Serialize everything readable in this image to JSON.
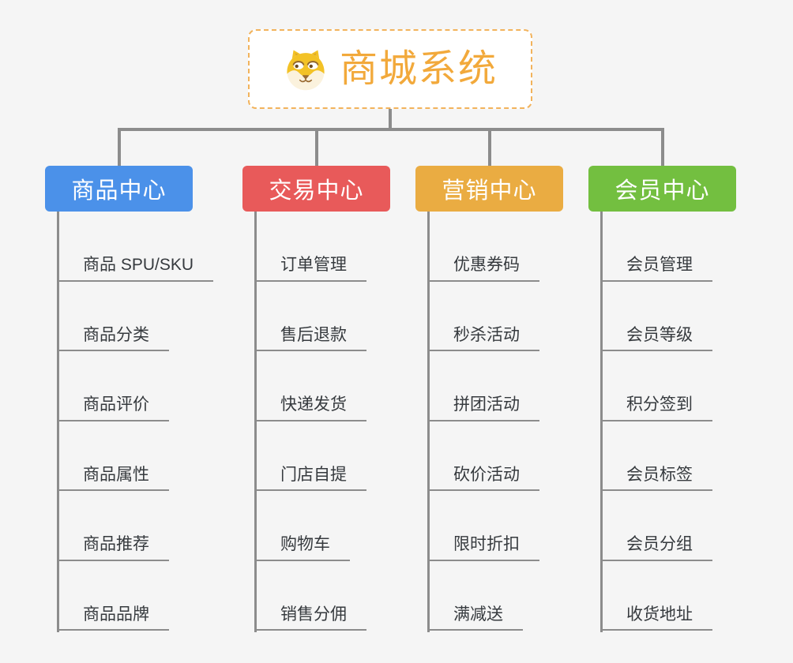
{
  "theme": {
    "background": "#f5f5f5",
    "connector_color": "#8c8c8c",
    "root_accent": "#f2a93b",
    "root_border": "#f2b35c",
    "leaf_text_color": "#363a3e"
  },
  "root": {
    "title": "商城系统",
    "icon": "shiba-dog-icon"
  },
  "branches": [
    {
      "id": "product-center",
      "label": "商品中心",
      "color": "#4b91e9",
      "children": [
        "商品 SPU/SKU",
        "商品分类",
        "商品评价",
        "商品属性",
        "商品推荐",
        "商品品牌"
      ]
    },
    {
      "id": "trade-center",
      "label": "交易中心",
      "color": "#e85a5a",
      "children": [
        "订单管理",
        "售后退款",
        "快递发货",
        "门店自提",
        "购物车",
        "销售分佣"
      ]
    },
    {
      "id": "marketing-center",
      "label": "营销中心",
      "color": "#eaac42",
      "children": [
        "优惠券码",
        "秒杀活动",
        "拼团活动",
        "砍价活动",
        "限时折扣",
        "满减送"
      ]
    },
    {
      "id": "member-center",
      "label": "会员中心",
      "color": "#73bf40",
      "children": [
        "会员管理",
        "会员等级",
        "积分签到",
        "会员标签",
        "会员分组",
        "收货地址"
      ]
    }
  ]
}
